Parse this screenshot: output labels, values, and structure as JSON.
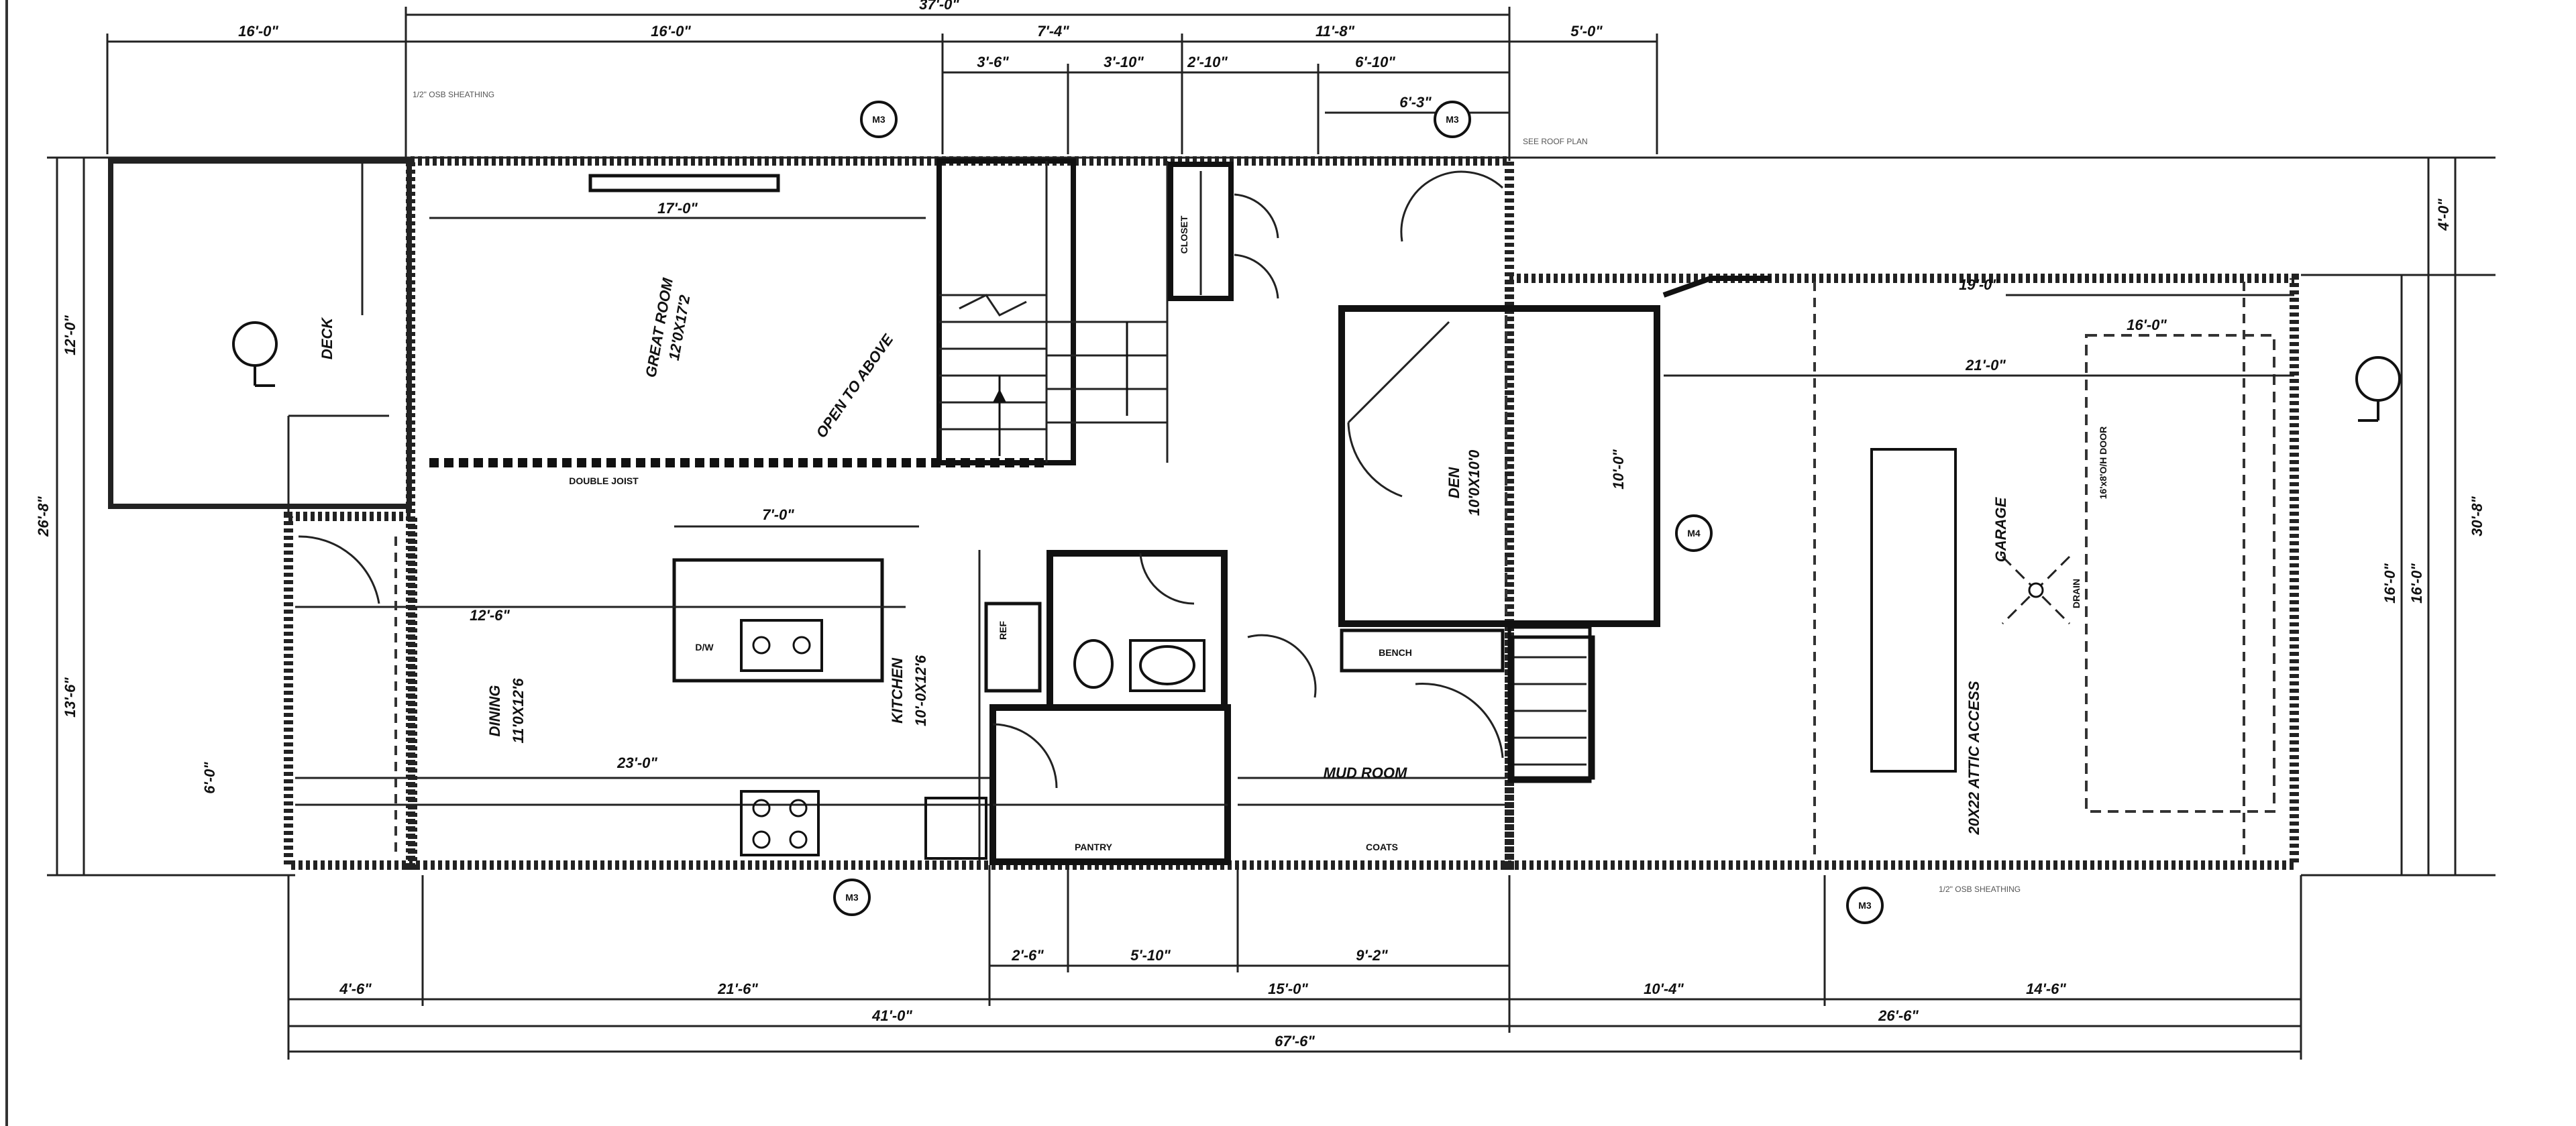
{
  "dimensions": {
    "top_total": "37'-0\"",
    "top_left_deck": "16'-0\"",
    "top_main": "16'-0\"",
    "top_mid": "7'-4\"",
    "top_right_a": "11'-8\"",
    "top_right_b": "5'-0\"",
    "top_sub_1": "3'-6\"",
    "top_sub_2": "3'-10\"",
    "top_sub_3": "2'-10\"",
    "top_sub_4": "6'-10\"",
    "top_sub_5": "6'-3\"",
    "left_upper": "12'-0\"",
    "left_total": "26'-8\"",
    "left_lower": "13'-6\"",
    "left_small": "6'-0\"",
    "right_top": "4'-0\"",
    "right_total": "30'-8\"",
    "right_upper": "16'-0\"",
    "right_mid": "16'-0\"",
    "bottom_sub_1": "2'-6\"",
    "bottom_sub_2": "5'-10\"",
    "bottom_sub_3": "9'-2\"",
    "bottom_1": "4'-6\"",
    "bottom_2": "21'-6\"",
    "bottom_3": "15'-0\"",
    "bottom_4": "10'-4\"",
    "bottom_5": "14'-6\"",
    "bottom_left_total": "41'-0\"",
    "bottom_right_total": "26'-6\"",
    "bottom_total": "67'-6\"",
    "great_room_width": "17'-0\"",
    "garage_depth": "21'-0\"",
    "garage_width": "19'-0\"",
    "garage_inner": "16'-0\"",
    "den_width": "10'-0\"",
    "kitchen_island": "7'-0\"",
    "dining_width": "12'-6\"",
    "nook_width": "23'-0\""
  },
  "rooms": {
    "great_room": "GREAT ROOM",
    "great_room_size": "12'0X17'2",
    "deck": "DECK",
    "open_to_above": "OPEN TO ABOVE",
    "dining": "DINING",
    "dining_size": "11'0X12'6",
    "kitchen": "KITCHEN",
    "kitchen_size": "10'-0X12'6",
    "den": "DEN",
    "den_size": "10'0X10'0",
    "garage": "GARAGE",
    "mud_room": "MUD ROOM",
    "pantry": "PANTRY",
    "coats": "COATS",
    "bench": "BENCH",
    "closet": "CLOSET",
    "double_joist": "DOUBLE JOIST",
    "dw": "D/W",
    "ref": "REF",
    "attic_access": "20X22 ATTIC ACCESS",
    "drain": "DRAIN",
    "garage_door": "16'x8'O/H DOOR"
  },
  "tags": [
    "M3",
    "M3",
    "M4",
    "M3",
    "M3"
  ],
  "notes": {
    "sheathing_top": "1/2\" OSB SHEATHING",
    "sheathing_bottom": "1/2\" OSB SHEATHING",
    "roof_note": "SEE ROOF PLAN"
  }
}
